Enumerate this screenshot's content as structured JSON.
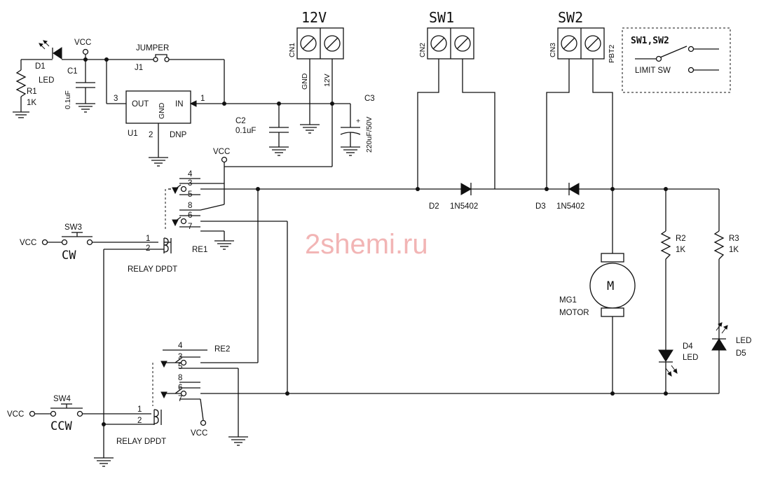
{
  "watermark": "2shemi.ru",
  "labels": {
    "d1": "D1",
    "d1_type": "LED",
    "r1": "R1",
    "r1_val": "1K",
    "vcc_top": "VCC",
    "c1": "C1",
    "c1_val": "0.1uF",
    "jumper": "JUMPER",
    "j1": "J1",
    "u1_out": "OUT",
    "u1_gnd": "GND",
    "u1_in": "IN",
    "u1": "U1",
    "u1_pin3": "3",
    "u1_pin2": "2",
    "u1_pin1": "1",
    "u1_dnp": "DNP",
    "c2": "C2",
    "c2_val": "0.1uF",
    "cn1_title": "12V",
    "cn1": "CN1",
    "cn1_gnd": "GND",
    "cn1_12v": "12V",
    "c3": "C3",
    "c3_val": "220uF/50V",
    "c3_plus": "+",
    "cn2_title": "SW1",
    "cn2": "CN2",
    "cn3_title": "SW2",
    "cn3": "CN3",
    "pbt2": "PBT2",
    "legend_title": "SW1,SW2",
    "legend_sub": "LIMIT SW",
    "vcc_re1": "VCC",
    "re1_p4": "4",
    "re1_p3": "3",
    "re1_p5": "5",
    "re1_p8": "8",
    "re1_p6": "6",
    "re1_p7": "7",
    "re1": "RE1",
    "d2": "D2",
    "d2_val": "1N5402",
    "d3": "D3",
    "d3_val": "1N5402",
    "vcc_sw3": "VCC",
    "sw3": "SW3",
    "sw3_cw": "CW",
    "re1_c1": "1",
    "re1_c2": "2",
    "relay1": "RELAY DPDT",
    "r2": "R2",
    "r2_val": "1K",
    "r3": "R3",
    "r3_val": "1K",
    "mg1": "MG1",
    "motor": "MOTOR",
    "motor_m": "M",
    "d4": "D4",
    "d4_type": "LED",
    "d5_type": "LED",
    "d5": "D5",
    "re2_p4": "4",
    "re2": "RE2",
    "re2_p3": "3",
    "re2_p5": "5",
    "re2_p8": "8",
    "re2_p6": "6",
    "re2_p7": "7",
    "vcc_sw4": "VCC",
    "sw4": "SW4",
    "sw4_ccw": "CCW",
    "re2_c1": "1",
    "re2_c2": "2",
    "relay2": "RELAY DPDT",
    "vcc_re2": "VCC"
  }
}
